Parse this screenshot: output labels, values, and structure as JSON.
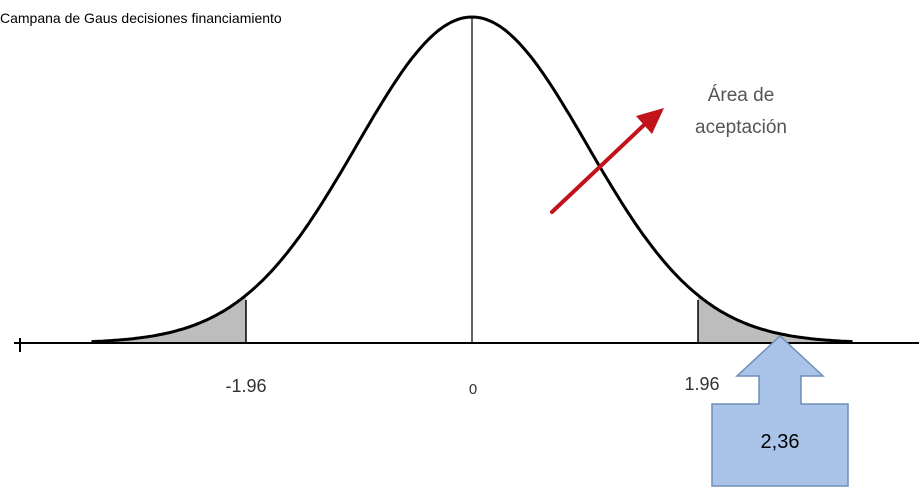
{
  "title": "Campana de Gaus decisiones financiamiento",
  "tick_labels": [
    "-1.96",
    "0",
    "1.96"
  ],
  "annotation": {
    "line1": "Área de",
    "line2": "aceptación"
  },
  "callout": {
    "value": "2,36"
  },
  "colors": {
    "curve": "#000000",
    "tail_fill": "#bdbdbd",
    "arrow": "#c0131b",
    "callout_fill": "#a9c4e8",
    "callout_stroke": "#6f8fb8"
  }
}
